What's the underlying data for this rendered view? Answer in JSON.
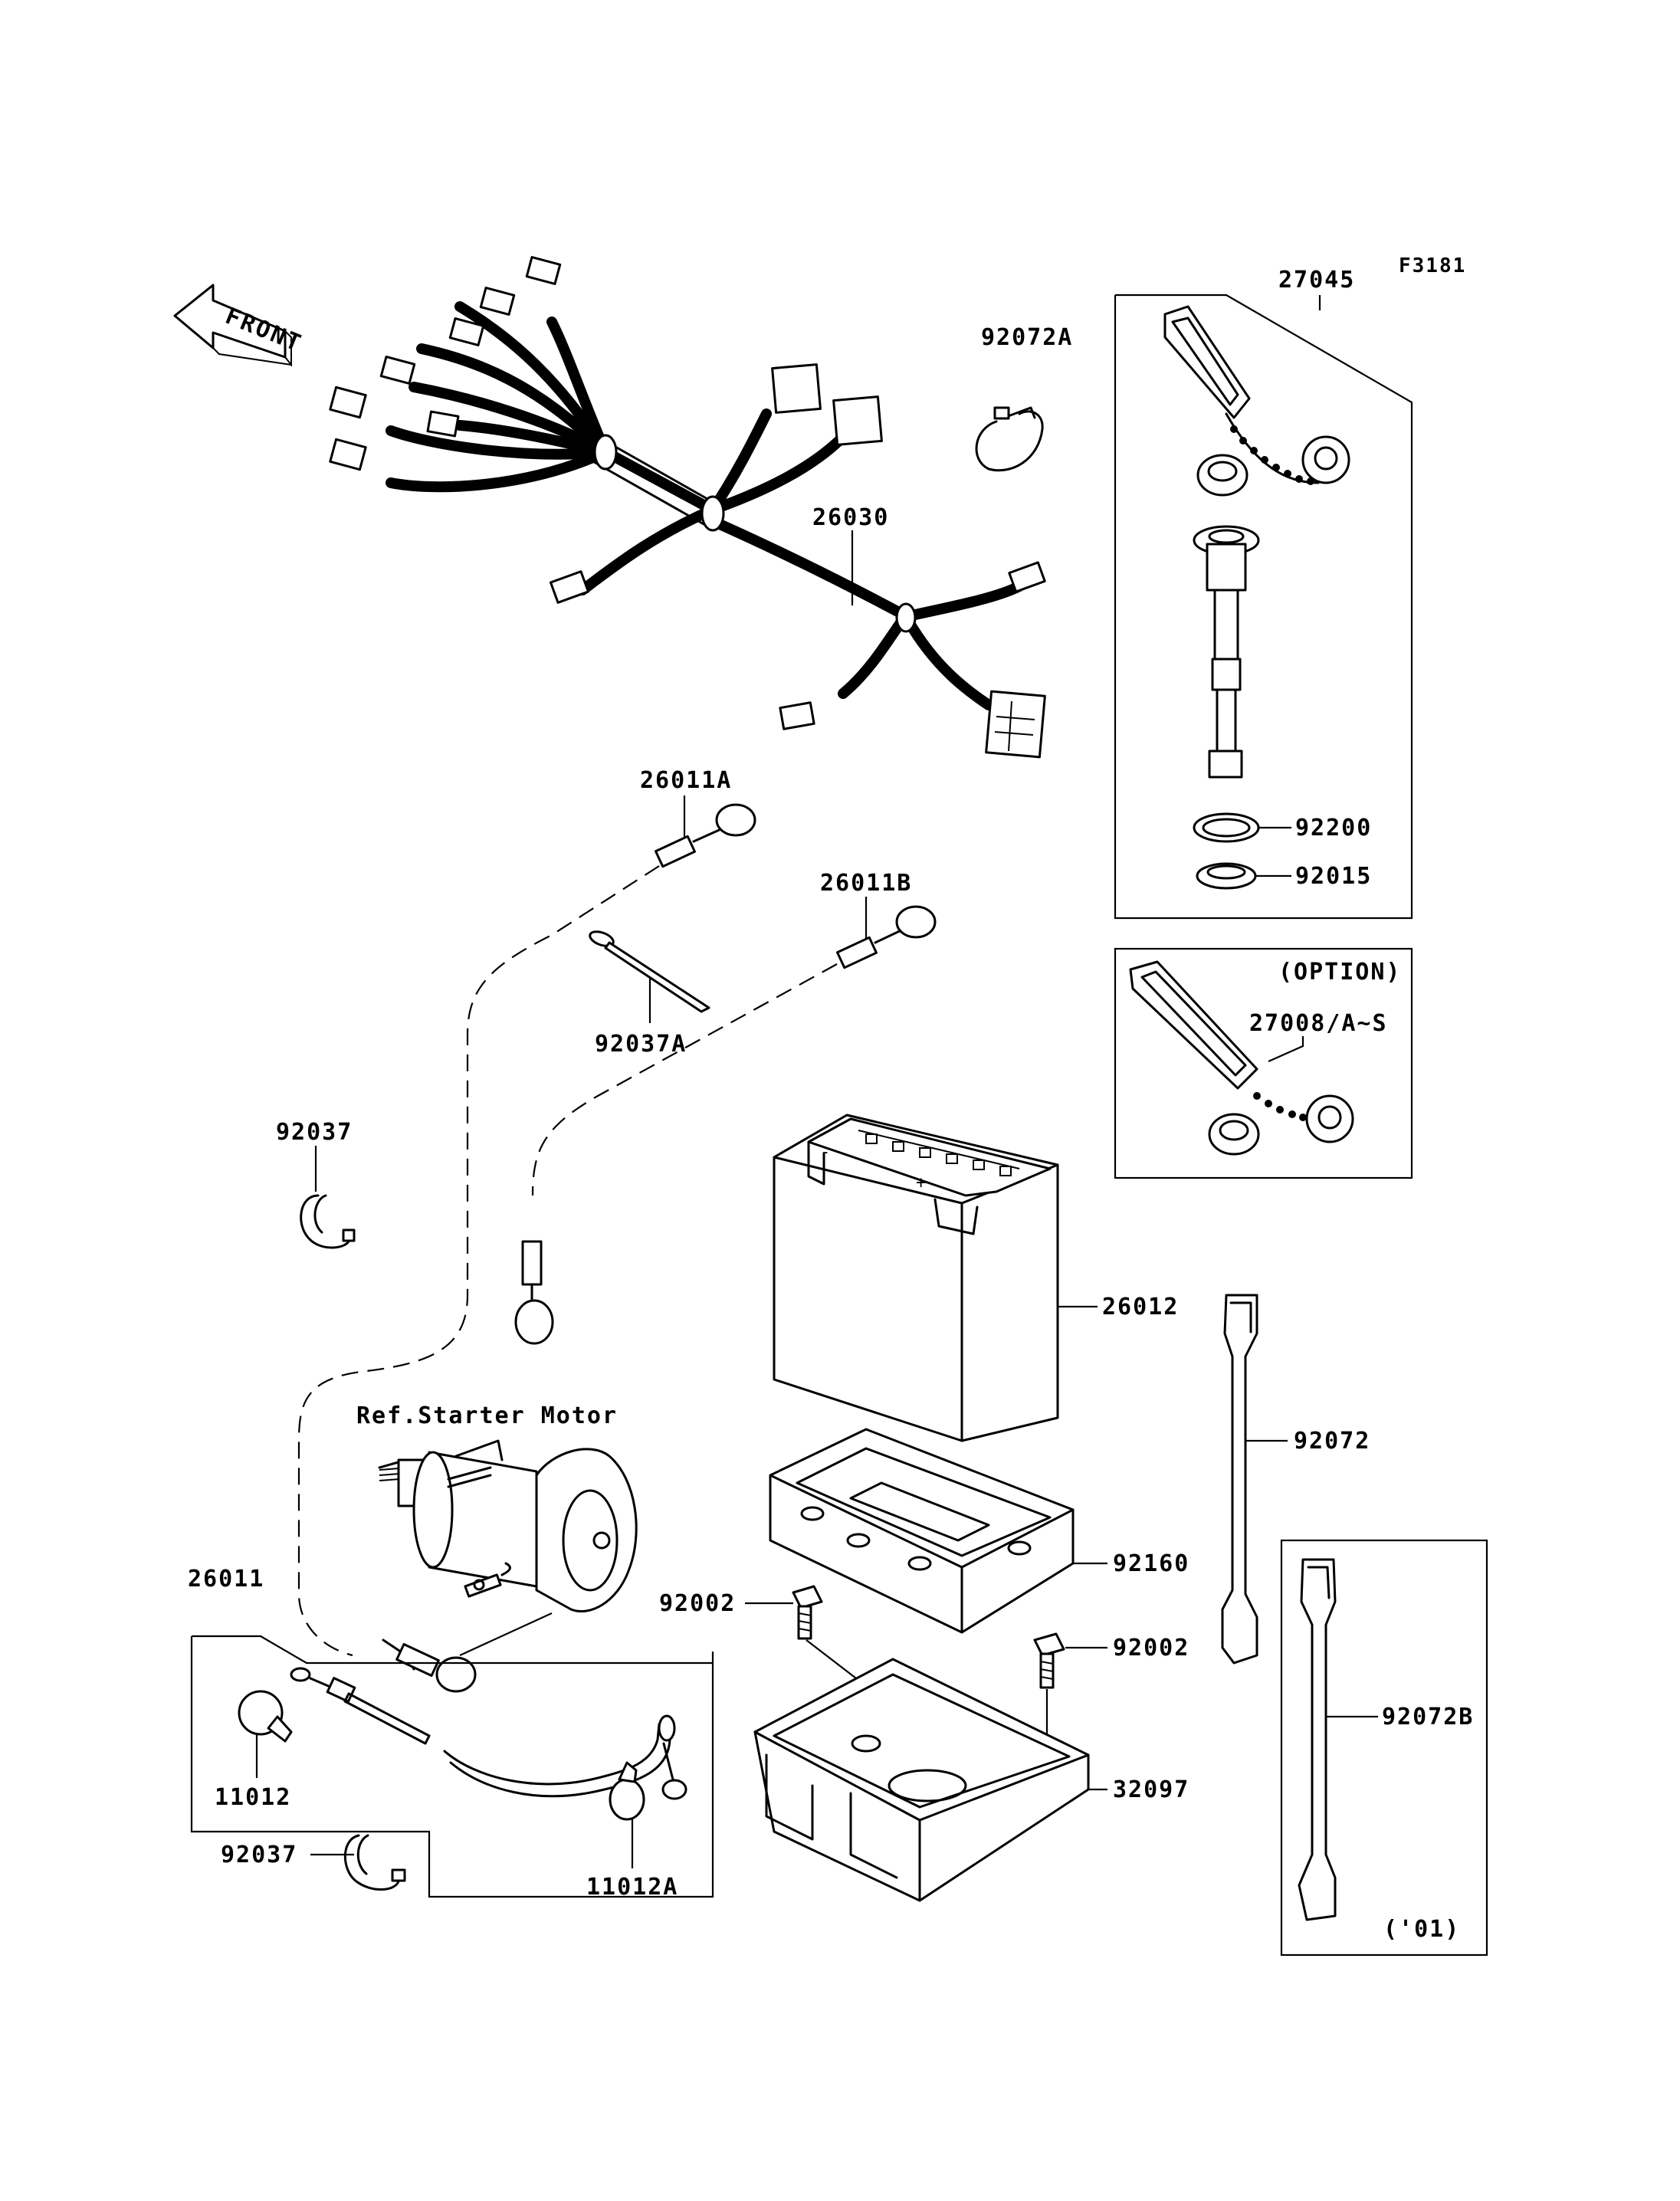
{
  "figure_code": "F3181",
  "front_label": "FRONT",
  "ref_label": "Ref.Starter Motor",
  "box_labels": {
    "option": "(OPTION)",
    "year": "('01)"
  },
  "parts": {
    "p27045": "27045",
    "p92072A": "92072A",
    "p26030": "26030",
    "p92200": "92200",
    "p92015": "92015",
    "p27008": "27008/A~S",
    "p26011A": "26011A",
    "p26011B": "26011B",
    "p92037A": "92037A",
    "p92037_top": "92037",
    "p26012": "26012",
    "p92072": "92072",
    "p92160": "92160",
    "p92002_left": "92002",
    "p92002_right": "92002",
    "p92072B": "92072B",
    "p32097": "32097",
    "p26011": "26011",
    "p11012": "11012",
    "p11012A": "11012A",
    "p92037_bottom": "92037"
  }
}
